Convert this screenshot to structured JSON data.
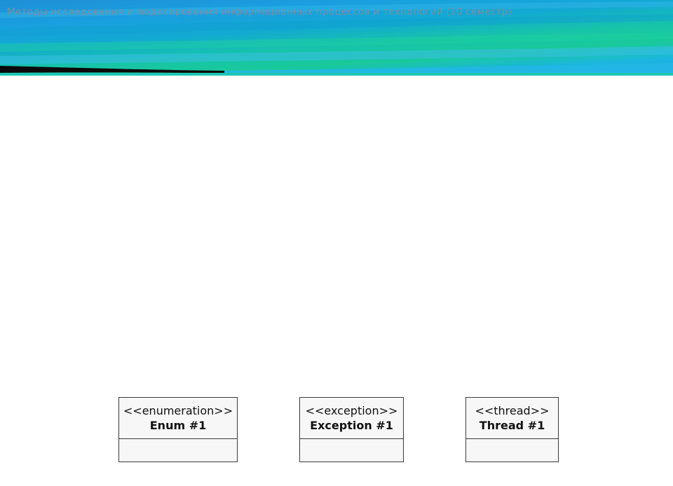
{
  "header": {
    "title": "Методы исследования и моделирования информационных процессов и технологий (10 семестр)"
  },
  "diagram": {
    "classes": [
      {
        "stereotype": "<<enumeration>>",
        "name": "Enum #1"
      },
      {
        "stereotype": "<<exception>>",
        "name": "Exception #1"
      },
      {
        "stereotype": "<<thread>>",
        "name": "Thread #1"
      }
    ]
  }
}
